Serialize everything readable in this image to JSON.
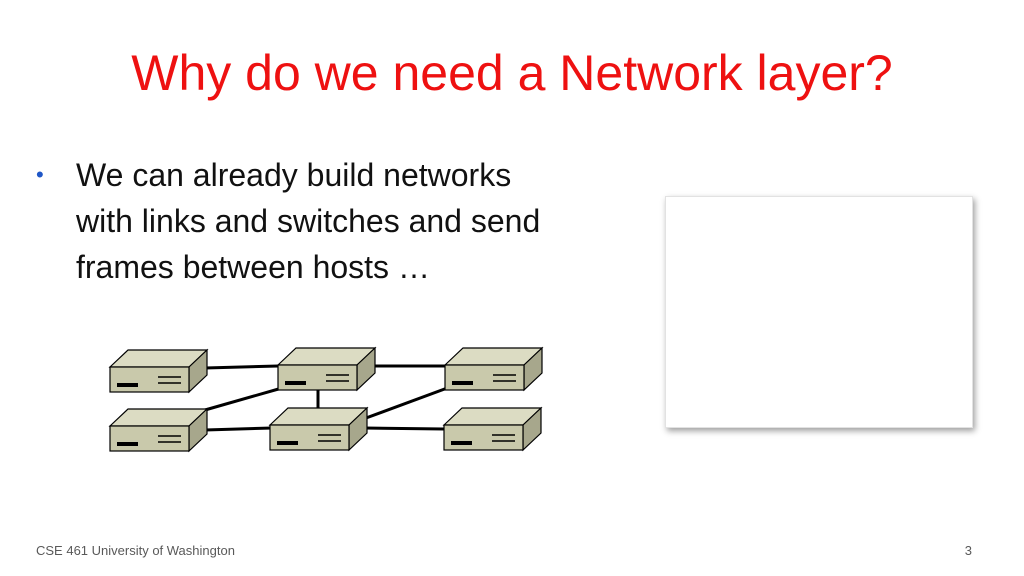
{
  "slide": {
    "title": "Why do we need a Network layer?",
    "bullet": {
      "marker": "•",
      "lines": [
        "We can already build networks",
        "with links and switches and send",
        "frames between hosts …"
      ]
    },
    "footer": {
      "course": "CSE 461 University of Washington",
      "page_number": "3"
    }
  },
  "diagram": {
    "icon": "network-switch-icon",
    "switch_count": 6,
    "colors": {
      "switch_front": "#c9c9ab",
      "switch_top": "#dcdcc3",
      "switch_side": "#a7a78c",
      "outline": "#000000",
      "link": "#000000"
    }
  },
  "colors": {
    "title": "#ee1111",
    "bullet_marker": "#1f57c7",
    "body_text": "#111111",
    "footer_text": "#595959"
  }
}
